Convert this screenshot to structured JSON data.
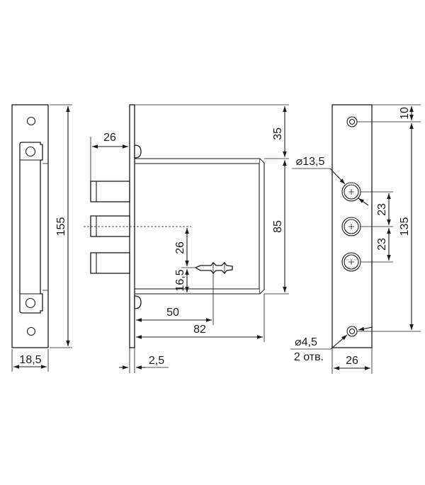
{
  "dimensions": {
    "front_height": "155",
    "front_width": "18,5",
    "bolt_projection": "26",
    "top_offset": "35",
    "case_height": "85",
    "bolt_to_key": "26",
    "key_to_bottom": "16,5",
    "backset": "50",
    "case_depth": "82",
    "plate_thickness": "2,5",
    "hole_large_diameter": "⌀13,5",
    "hole_spacing_1": "23",
    "hole_spacing_2": "23",
    "strike_span": "135",
    "strike_top": "10",
    "hole_small_diameter": "⌀4,5",
    "hole_small_count": "2 отв.",
    "strike_width": "26"
  },
  "colors": {
    "line": "#1a1a1a",
    "background": "#ffffff"
  }
}
